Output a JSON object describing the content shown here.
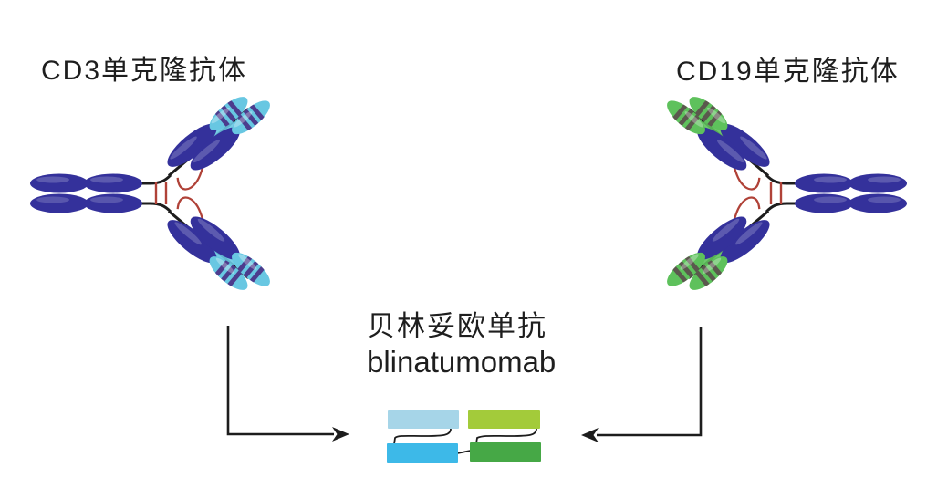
{
  "figure": {
    "left": {
      "label": "CD3单克隆抗体"
    },
    "right": {
      "label": "CD19单克隆抗体"
    },
    "center": {
      "label_zh": "贝林妥欧单抗",
      "label_en": "blinatumomab"
    }
  },
  "icons": {
    "left_arrow": "elbow-arrow-right",
    "right_arrow": "elbow-arrow-left"
  },
  "colors": {
    "navy": "#34319b",
    "line": "#1d1d1d",
    "red": "#b04238",
    "tip-blue": "#68c7e2",
    "stripe-blue": "#4c3c8d",
    "tip-green": "#5ec15c",
    "stripe-green": "#5b584e",
    "rect-lightblue": "#a6d5e8",
    "rect-yellowgreen": "#a3cb3a",
    "rect-cyan": "#3db9e8",
    "rect-green": "#46a846",
    "text": "#1e1e1e",
    "background": "#ffffff"
  }
}
